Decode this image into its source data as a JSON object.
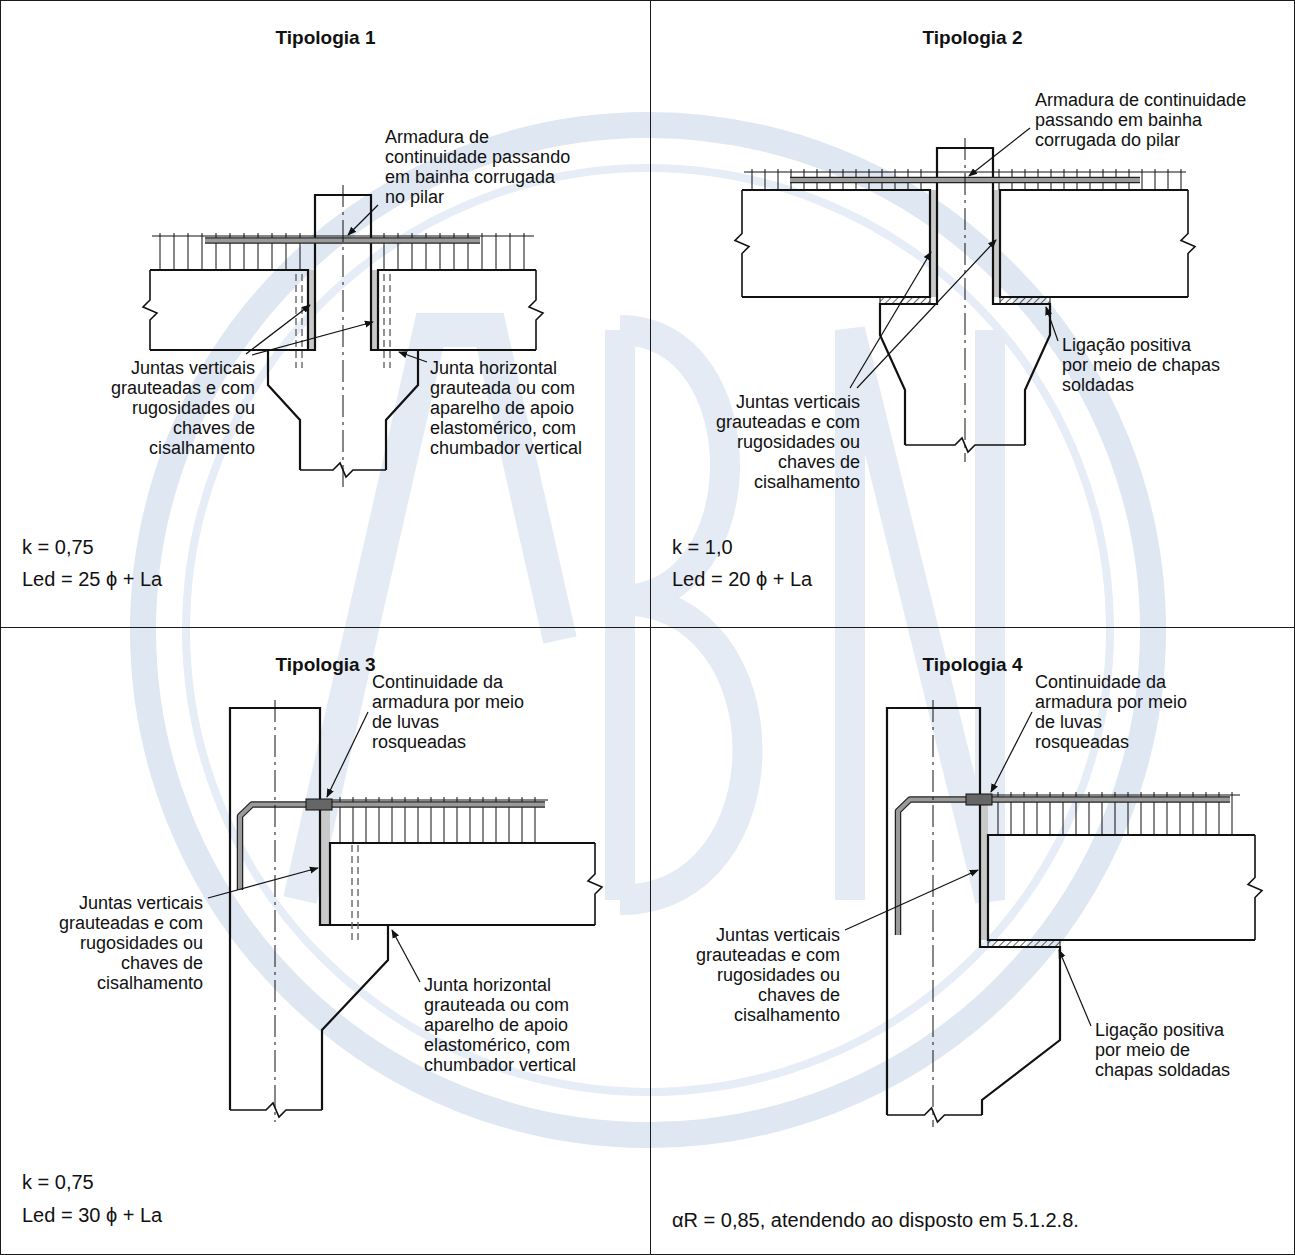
{
  "diagram": {
    "nodes": [
      {
        "text": [
          "Tipologia 1"
        ]
      },
      {
        "text": [
          "Tipologia 2"
        ]
      },
      {
        "text": [
          "Tipologia 3"
        ]
      },
      {
        "text": [
          "Tipologia 4"
        ]
      }
    ],
    "labels": [
      "Armadura de continuidade passando em bainha corrugada no pilar",
      "Juntas verticais grauteadas e com rugosidades ou chaves de cisalhamento",
      "Junta horizontal grauteada ou com aparelho de apoio elastomérico, com chumbador vertical",
      "k = 0,75",
      "Led = 25 ϕ + La",
      "Armadura de continuidade passando em bainha corrugada do pilar",
      "Juntas verticais grauteadas e com rugosidades ou chaves de cisalhamento",
      "Ligação positiva por meio de chapas soldadas",
      "k = 1,0",
      "Led = 20 ϕ + La",
      "Continuidade da armadura por meio de luvas rosqueadas",
      "Juntas verticais grauteadas e com rugosidades ou chaves de cisalhamento",
      "Junta horizontal grauteada ou com aparelho de apoio elastomérico, com chumbador vertical",
      "k = 0,75",
      "Led = 30 ϕ + La",
      "Continuidade da armadura por meio de luvas rosqueadas",
      "Juntas verticais grauteadas e com rugosidades ou chaves de cisalhamento",
      "Ligação positiva por meio de chapas soldadas",
      "αR = 0,85, atendendo ao disposto em 5.1.2.8."
    ]
  }
}
